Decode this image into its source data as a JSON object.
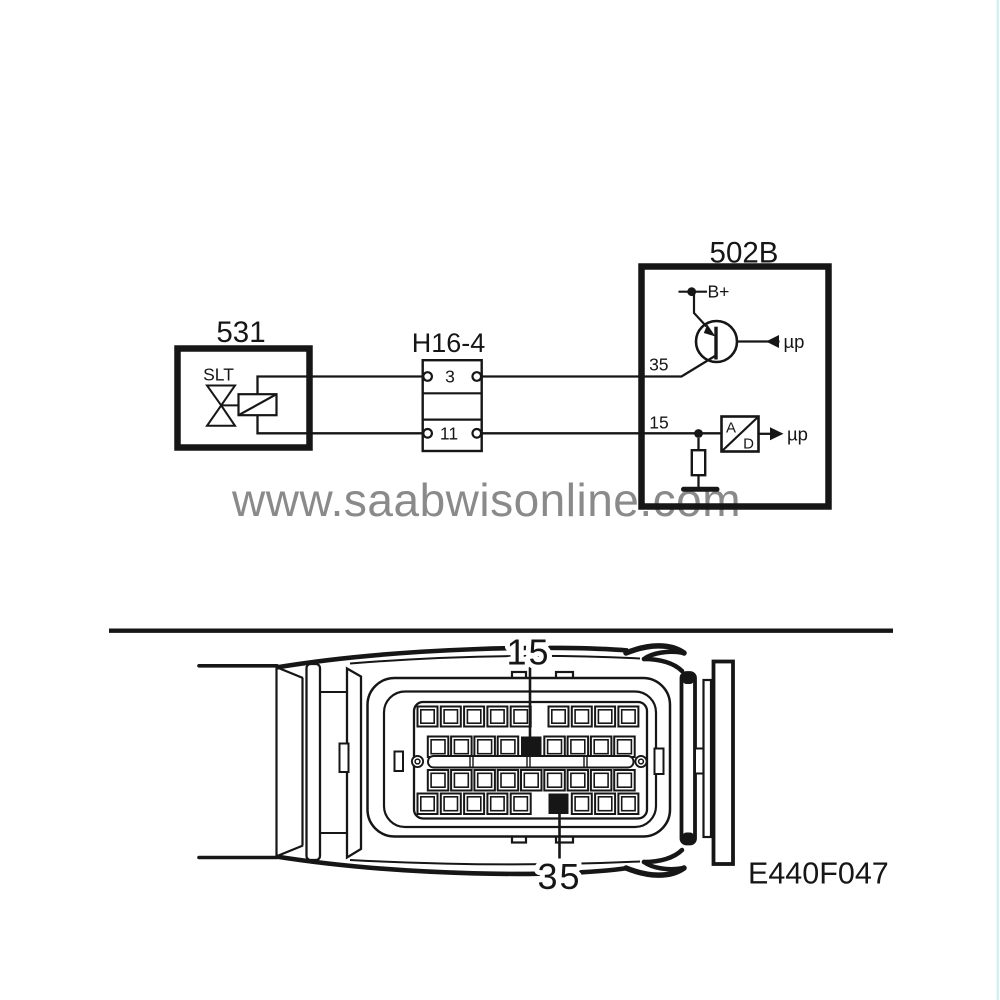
{
  "watermark": "www.saabwisonline.com",
  "schematic": {
    "solenoid": {
      "id": "531",
      "label": "SLT"
    },
    "connector": {
      "id": "H16-4",
      "pin_top": "3",
      "pin_bottom": "11"
    },
    "ecu": {
      "id": "502B",
      "supply": "B+",
      "pin_top": "35",
      "pin_bottom": "15",
      "micro_top": "µp",
      "micro_bottom": "µp",
      "ad_top": "A",
      "ad_bottom": "D"
    }
  },
  "connector_view": {
    "pin_top": "15",
    "pin_bottom": "35",
    "figure_id": "E440F047"
  },
  "colors": {
    "line": "#161616",
    "watermark": "#8a8a8a",
    "edge_tint": "#d4f0f6"
  }
}
